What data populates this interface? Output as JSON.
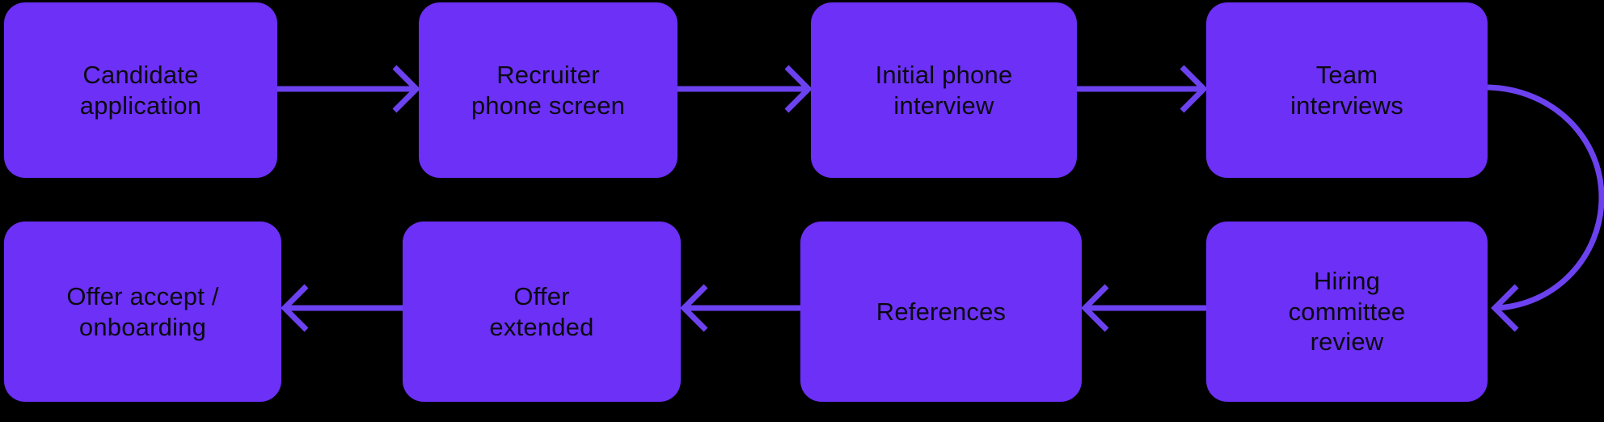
{
  "diagram": {
    "background_color": "#000000",
    "node_fill_color": "#6C30F6",
    "arrow_color": "#6C42F0",
    "text_color": "#0a0a0f",
    "nodes": [
      {
        "id": "candidate-application",
        "label": "Candidate\napplication",
        "row": 1
      },
      {
        "id": "recruiter-phone-screen",
        "label": "Recruiter\nphone screen",
        "row": 1
      },
      {
        "id": "initial-phone-interview",
        "label": "Initial phone\ninterview",
        "row": 1
      },
      {
        "id": "team-interviews",
        "label": "Team\ninterviews",
        "row": 1
      },
      {
        "id": "hiring-committee-review",
        "label": "Hiring\ncommittee\nreview",
        "row": 2
      },
      {
        "id": "references",
        "label": "References",
        "row": 2
      },
      {
        "id": "offer-extended",
        "label": "Offer\nextended",
        "row": 2
      },
      {
        "id": "offer-accept-onboarding",
        "label": "Offer accept /\nonboarding",
        "row": 2
      }
    ],
    "edges": [
      {
        "from": "candidate-application",
        "to": "recruiter-phone-screen",
        "direction": "right"
      },
      {
        "from": "recruiter-phone-screen",
        "to": "initial-phone-interview",
        "direction": "right"
      },
      {
        "from": "initial-phone-interview",
        "to": "team-interviews",
        "direction": "right"
      },
      {
        "from": "team-interviews",
        "to": "hiring-committee-review",
        "direction": "curved-down-right"
      },
      {
        "from": "hiring-committee-review",
        "to": "references",
        "direction": "left"
      },
      {
        "from": "references",
        "to": "offer-extended",
        "direction": "left"
      },
      {
        "from": "offer-extended",
        "to": "offer-accept-onboarding",
        "direction": "left"
      }
    ]
  }
}
